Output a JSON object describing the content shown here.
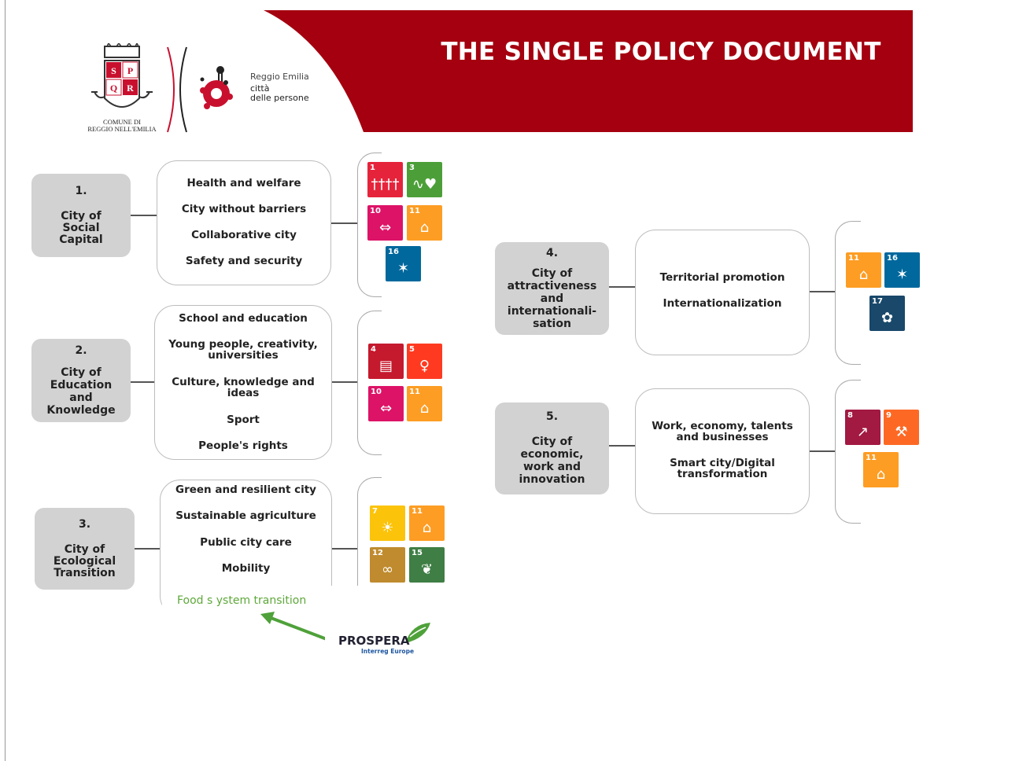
{
  "title": "THE SINGLE POLICY DOCUMENT",
  "colors": {
    "banner": "#a4000f",
    "pillar_bg": "#d2d2d2",
    "food_text": "#5ea83a",
    "arrow": "#4fa13a"
  },
  "logos": {
    "municipality_caption": "COMUNE DI\nREGGIO NELL'EMILIA",
    "city_brand_line1": "Reggio Emilia",
    "city_brand_line2": "città\ndelle persone"
  },
  "pillars": [
    {
      "number": "1.",
      "name": "City of\nSocial\nCapital",
      "items": [
        "Health and welfare",
        "City without barriers",
        "Collaborative city",
        "Safety and security"
      ],
      "sdgs": [
        1,
        3,
        10,
        11,
        16
      ]
    },
    {
      "number": "2.",
      "name": "City of\nEducation\nand\nKnowledge",
      "items": [
        "School and education",
        "Young people, creativity,\nuniversities",
        "Culture, knowledge and\nideas",
        "Sport",
        "People's rights"
      ],
      "sdgs": [
        4,
        5,
        10,
        11
      ]
    },
    {
      "number": "3.",
      "name": "City of\nEcological\nTransition",
      "items": [
        "Green and resilient city",
        "Sustainable agriculture",
        "Public city care",
        "Mobility"
      ],
      "extra_item": "Food s ystem transition",
      "sdgs": [
        7,
        11,
        12,
        15
      ]
    },
    {
      "number": "4.",
      "name": "City of\nattractiveness\nand\ninternationali-\nsation",
      "items": [
        "Territorial promotion",
        "Internationalization"
      ],
      "sdgs": [
        11,
        16,
        17
      ]
    },
    {
      "number": "5.",
      "name": "City of\neconomic,\nwork and\ninnovation",
      "items": [
        "Work, economy, talents\nand businesses",
        "Smart city/Digital\ntransformation"
      ],
      "sdgs": [
        8,
        9,
        11
      ]
    }
  ],
  "sdg_colors": {
    "1": "#e5243b",
    "3": "#4c9f38",
    "4": "#c5192d",
    "5": "#ff3a21",
    "7": "#fcc30b",
    "8": "#a21942",
    "9": "#fd6925",
    "10": "#dd1367",
    "11": "#fd9d24",
    "12": "#bf8b2e",
    "15": "#3f7e44",
    "16": "#00689d",
    "17": "#19486a"
  },
  "sdg_icons": {
    "1": "††††",
    "3": "∿♥",
    "4": "▤",
    "5": "♀",
    "7": "☀",
    "8": "↗",
    "9": "⚒",
    "10": "⇔",
    "11": "⌂",
    "12": "∞",
    "15": "❦",
    "16": "✶",
    "17": "✿"
  },
  "prospera": {
    "name": "PROSPERA",
    "subtitle": "Interreg Europe"
  }
}
